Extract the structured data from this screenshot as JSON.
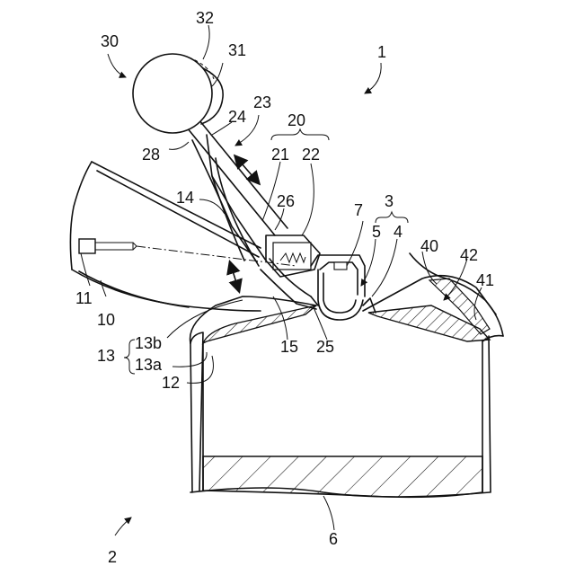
{
  "figure": {
    "labels": {
      "l1": "1",
      "l2": "2",
      "l3": "3",
      "l4": "4",
      "l5": "5",
      "l6": "6",
      "l7": "7",
      "l10": "10",
      "l11": "11",
      "l12": "12",
      "l13": "13",
      "l13a": "13a",
      "l13b": "13b",
      "l14": "14",
      "l15": "15",
      "l20": "20",
      "l21": "21",
      "l22": "22",
      "l23": "23",
      "l24": "24",
      "l25": "25",
      "l26": "26",
      "l28": "28",
      "l30": "30",
      "l31": "31",
      "l32": "32",
      "l40": "40",
      "l41": "41",
      "l42": "42"
    }
  }
}
